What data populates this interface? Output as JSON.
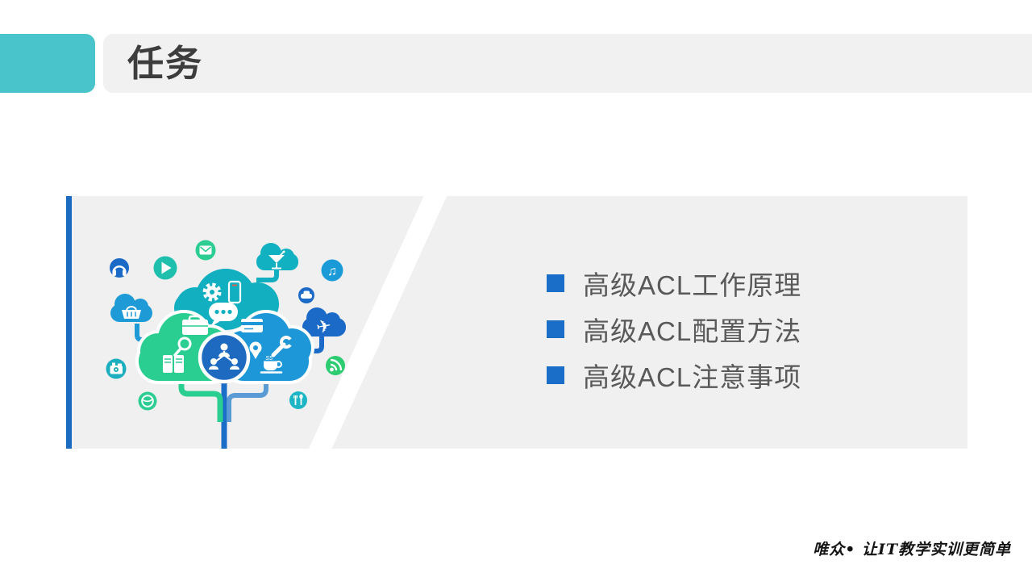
{
  "slide": {
    "header": {
      "title": "任务"
    },
    "tasks": {
      "items": [
        {
          "label": "高级ACL工作原理"
        },
        {
          "label": "高级ACL配置方法"
        },
        {
          "label": "高级ACL注意事项"
        }
      ]
    },
    "footer": {
      "brand_text": "唯众• 让IT教学实训更简单"
    },
    "illustration": {
      "glyphs": {
        "music_note": "♫",
        "airplane": "✈",
        "steam": "ss"
      },
      "icon_names": [
        "headphones-icon",
        "play-icon",
        "envelope-icon",
        "cocktail-icon",
        "music-icon",
        "car-icon",
        "plane-icon",
        "rss-icon",
        "fork-spoon-icon",
        "globe-icon",
        "camera-icon",
        "shopping-basket-icon",
        "gear-icon",
        "smartphone-icon",
        "chat-dots-icon",
        "briefcase-icon",
        "magnifier-icon",
        "server-icon",
        "credit-card-icon",
        "location-pin-icon",
        "wrench-icon",
        "coffee-icon",
        "network-users-icon"
      ]
    },
    "colors": {
      "accent_teal": "#49C4CB",
      "header_bg": "#F1F1F1",
      "panel_bg": "#F0F0F0",
      "accent_blue": "#1B6CC0",
      "bullet_blue": "#1B6EC8",
      "title_text": "#3D3D3D",
      "body_text": "#595959",
      "cloud_teal": "#12AFC0",
      "cloud_green": "#2BCE91",
      "cloud_blue": "#1E97D8",
      "circle_blue": "#1D6AC0"
    }
  }
}
